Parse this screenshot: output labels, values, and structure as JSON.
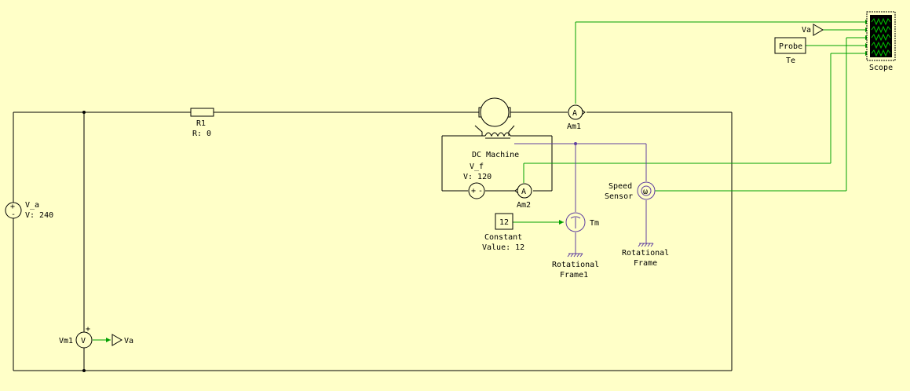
{
  "labels": {
    "r1_name": "R1",
    "r1_param": "R: 0",
    "dc_machine": "DC Machine",
    "vf_name": "V_f",
    "vf_param": "V: 120",
    "va_name": "V_a",
    "va_param": "V: 240",
    "am1": "Am1",
    "am2": "Am2",
    "am_symbol": "A",
    "vm1": "Vm1",
    "vm_symbol": "V",
    "va_tag": "Va",
    "probe": "Probe",
    "te": "Te",
    "scope": "Scope",
    "speed_sensor_1": "Speed",
    "speed_sensor_2": "Sensor",
    "constant_value_box": "12",
    "constant_name": "Constant",
    "constant_param": "Value: 12",
    "tm": "Tm",
    "rot_frame1_1": "Rotational",
    "rot_frame1_2": "Frame1",
    "rot_frame_1": "Rotational",
    "rot_frame_2": "Frame",
    "plus": "+",
    "minus": "-",
    "omega": "ω"
  },
  "colors": {
    "background": "#ffffc8",
    "electrical_wire": "#000000",
    "signal_wire": "#00a000",
    "mechanical_wire": "#6040a0",
    "scope_screen": "#000000",
    "scope_trace": "#00c000"
  }
}
